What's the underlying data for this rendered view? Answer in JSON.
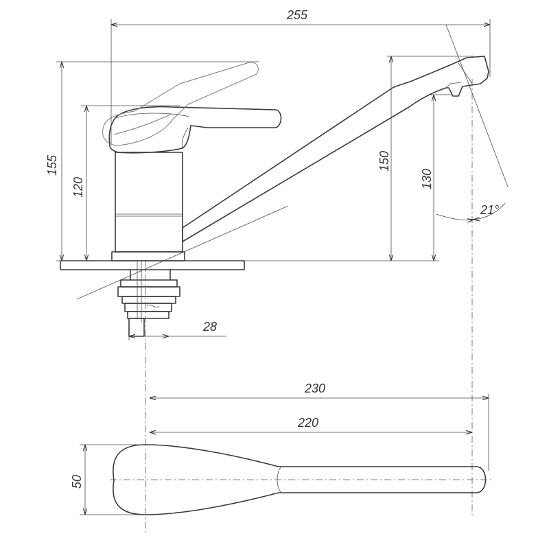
{
  "dimensions": {
    "overall_length": "255",
    "lever_height_raised": "155",
    "body_height": "120",
    "spout_height": "150",
    "outlet_height": "130",
    "spout_tilt": "21°",
    "shank_diameter": "28",
    "spout_reach": "230",
    "spout_reach_inner": "220",
    "spout_width": "50"
  }
}
